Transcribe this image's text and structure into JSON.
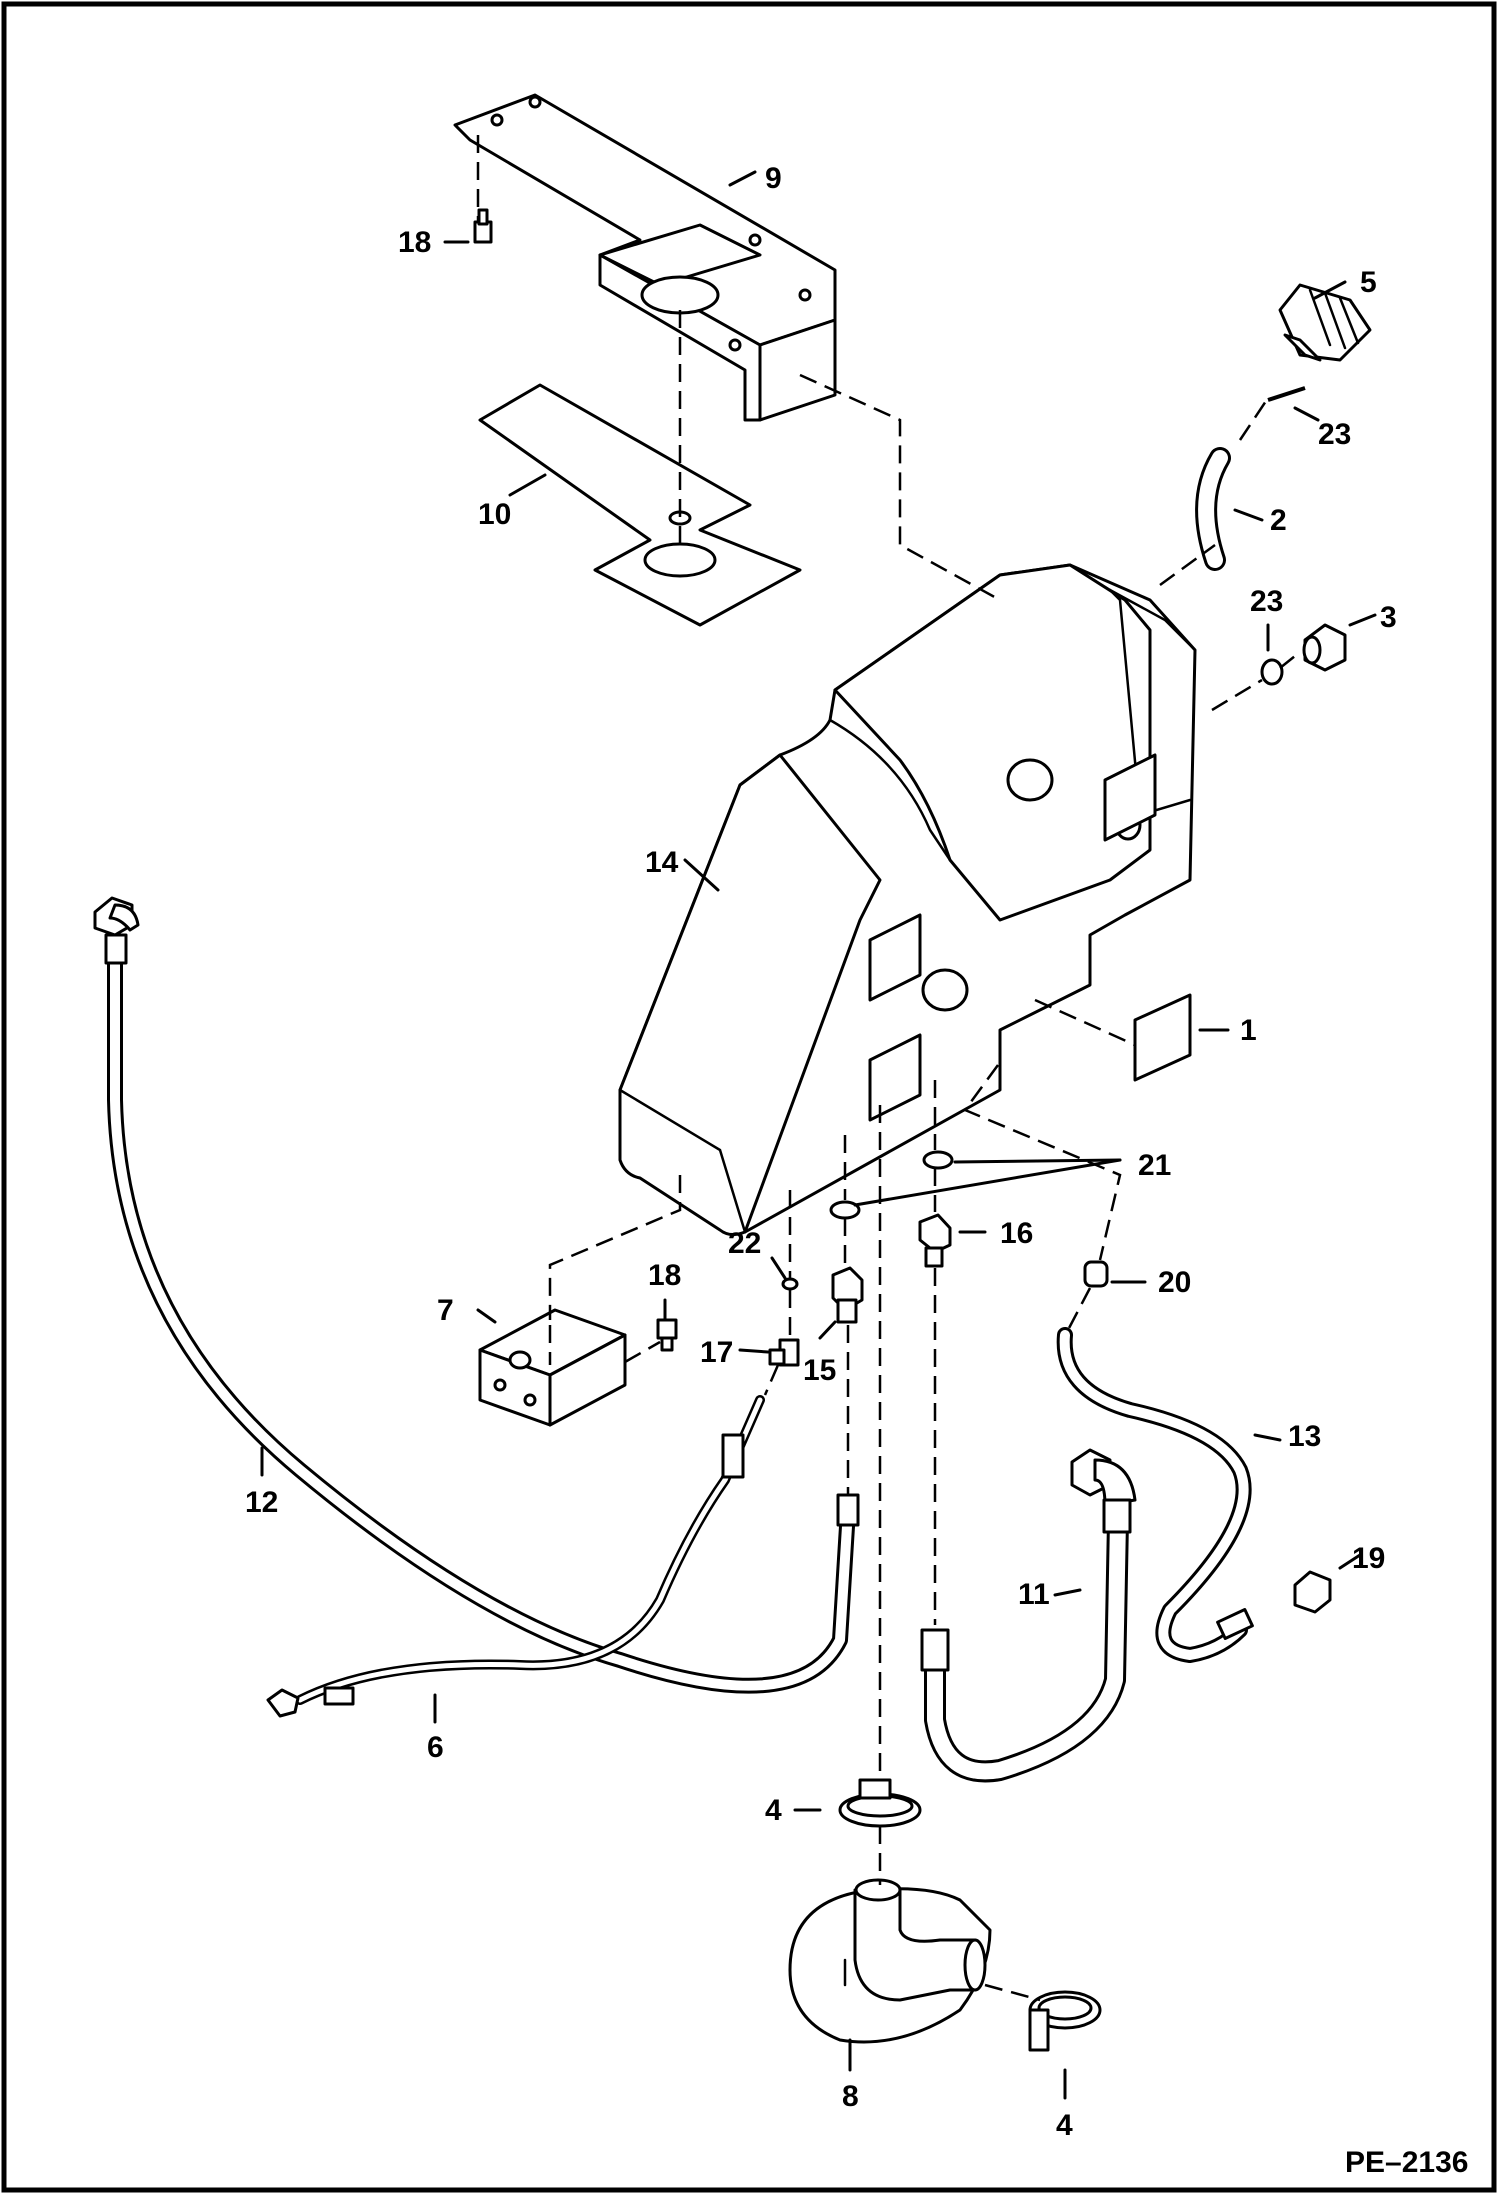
{
  "document_id": "PE–2136",
  "callouts": {
    "c1": "1",
    "c2": "2",
    "c3": "3",
    "c4a": "4",
    "c4b": "4",
    "c5": "5",
    "c6": "6",
    "c7": "7",
    "c8": "8",
    "c9": "9",
    "c10": "10",
    "c11": "11",
    "c12": "12",
    "c13": "13",
    "c14": "14",
    "c15": "15",
    "c16": "16",
    "c17": "17",
    "c18a": "18",
    "c18b": "18",
    "c19": "19",
    "c20": "20",
    "c21": "21",
    "c22": "22",
    "c23a": "23",
    "c23b": "23"
  }
}
